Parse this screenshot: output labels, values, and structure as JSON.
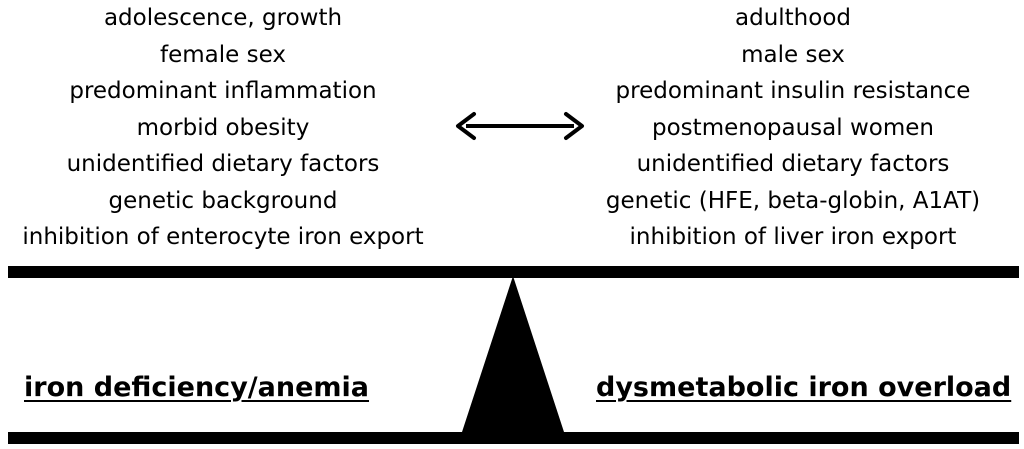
{
  "left_factors": [
    "adolescence, growth",
    "female sex",
    "predominant inflammation",
    "morbid obesity",
    "unidentified dietary factors",
    "genetic background",
    "inhibition of enterocyte iron export"
  ],
  "right_factors": [
    "adulthood",
    "male sex",
    "predominant insulin resistance",
    "postmenopausal women",
    "unidentified dietary factors",
    "genetic (HFE, beta-globin, A1AT)",
    "inhibition of liver iron export"
  ],
  "left_outcome": "iron deficiency/anemia",
  "right_outcome": "dysmetabolic iron overload",
  "colors": {
    "ink": "#000000",
    "background": "#ffffff"
  }
}
